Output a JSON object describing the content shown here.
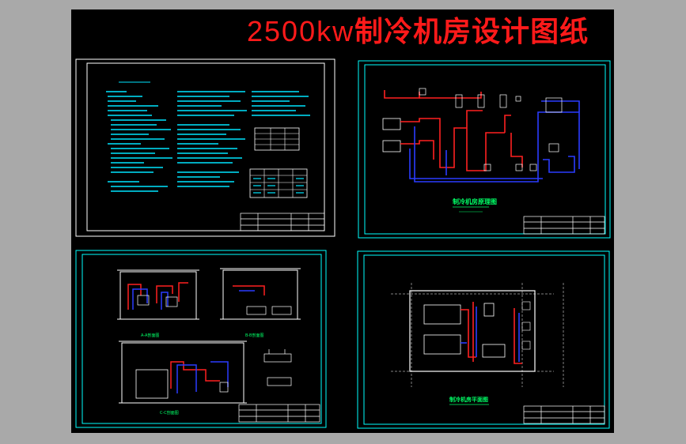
{
  "window": {
    "background": "#a9a9a9",
    "canvas_background": "#000000"
  },
  "title": {
    "number": "2500kw",
    "text": "制冷机房设计图纸",
    "color": "#ff1a1a"
  },
  "colors": {
    "frame_white": "#ffffff",
    "frame_cyan": "#00ffff",
    "pipe_red": "#ff2020",
    "pipe_blue": "#2a3cff",
    "label_green": "#00ff66",
    "text_cyan": "#00e5ff"
  },
  "sheets": [
    {
      "id": "sheet-design-notes",
      "caption": ""
    },
    {
      "id": "sheet-system-diagram",
      "caption": "制冷机房原理图"
    },
    {
      "id": "sheet-sections",
      "caption": "A-A剖面图"
    },
    {
      "id": "sheet-floor-plan",
      "caption": "制冷机房平面图"
    }
  ],
  "section_captions": [
    "A-A剖面图",
    "B-B剖面图",
    "C-C剖面图"
  ]
}
